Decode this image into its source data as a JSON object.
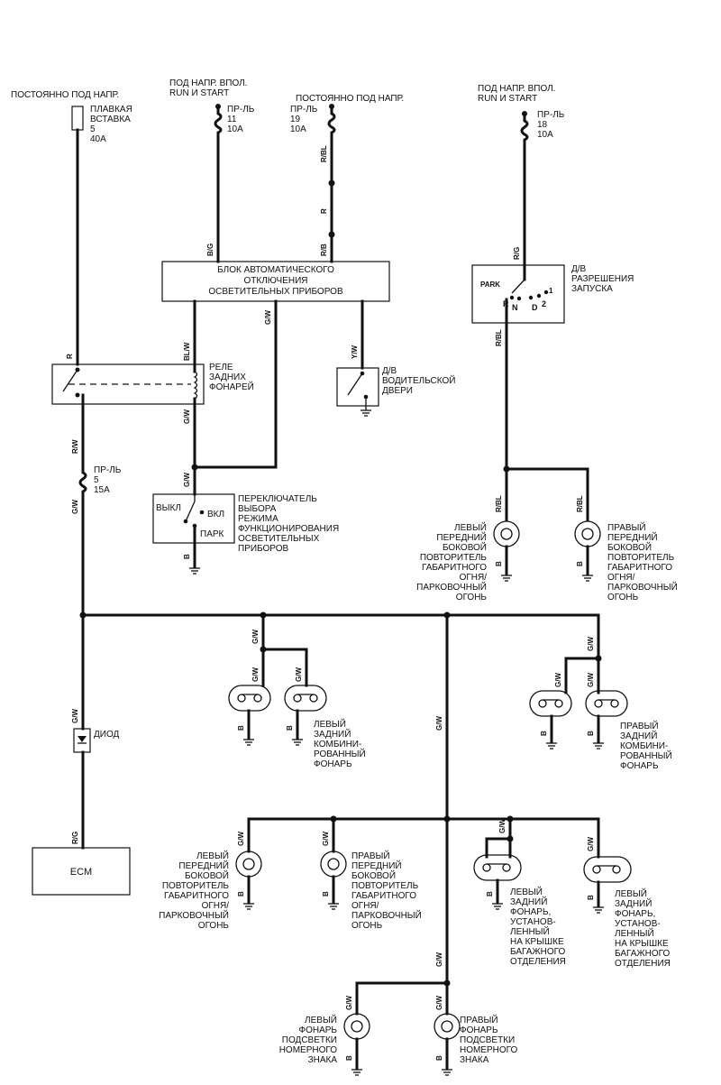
{
  "sources": {
    "s1": {
      "title": [
        "ПОСТОЯННО ПОД НАПР."
      ],
      "label": [
        "ПЛАВКАЯ",
        "ВСТАВКА",
        "5",
        "40А"
      ]
    },
    "s2": {
      "title": [
        "ПОД НАПР. ВПОЛ.",
        "RUN И START"
      ],
      "label": [
        "ПР-ЛЬ",
        "11",
        "10А"
      ]
    },
    "s3": {
      "title": [
        "ПОСТОЯННО ПОД НАПР."
      ],
      "label": [
        "ПР-ЛЬ",
        "19",
        "10А"
      ]
    },
    "s4": {
      "title": [
        "ПОД НАПР. ВПОЛ.",
        "RUN И START"
      ],
      "label": [
        "ПР-ЛЬ",
        "18",
        "10А"
      ]
    }
  },
  "blocks": {
    "auto_off": [
      "БЛОК АВТОМАТИЧЕСКОГО",
      "ОТКЛЮЧЕНИЯ",
      "ОСВЕТИТЕЛЬНЫХ ПРИБОРОВ"
    ],
    "rear_relay": [
      "РЕЛЕ",
      "ЗАДНИХ",
      "ФОНАРЕЙ"
    ],
    "door_switch": [
      "Д/В",
      "ВОДИТЕЛЬСКОЙ",
      "ДВЕРИ"
    ],
    "start_switch": [
      "Д/В",
      "РАЗРЕШЕНИЯ",
      "ЗАПУСКА"
    ],
    "gear": {
      "park": "PARK",
      "r": "R",
      "n": "N",
      "d": "D",
      "two": "2",
      "one": "1"
    },
    "fuse5": [
      "ПР-ЛЬ",
      "5",
      "15А"
    ],
    "mode_switch": [
      "ПЕРЕКЛЮЧАТЕЛЬ",
      "ВЫБОРА",
      "РЕЖИМА",
      "ФУНКЦИОНИРОВАНИЯ",
      "ОСВЕТИТЕЛЬНЫХ",
      "ПРИБОРОВ"
    ],
    "mode_switch_positions": {
      "off": "ВЫКЛ",
      "on": "ВКЛ",
      "park": "ПАРК"
    },
    "diode": [
      "ДИОД"
    ],
    "ecm": "ECM"
  },
  "lamps": {
    "lf_side_top": [
      "ЛЕВЫЙ",
      "ПЕРЕДНИЙ",
      "БОКОВОЙ",
      "ПОВТОРИТЕЛЬ",
      "ГАБАРИТНОГО",
      "ОГНЯ/",
      "ПАРКОВОЧНЫЙ",
      "ОГОНЬ"
    ],
    "rf_side_top": [
      "ПРАВЫЙ",
      "ПЕРЕДНИЙ",
      "БОКОВОЙ",
      "ПОВТОРИТЕЛЬ",
      "ГАБАРИТНОГО",
      "ОГНЯ/",
      "ПАРКОВОЧНЫЙ",
      "ОГОНЬ"
    ],
    "left_rear_combo": [
      "ЛЕВЫЙ",
      "ЗАДНИЙ",
      "КОМБИНИ-",
      "РОВАННЫЙ",
      "ФОНАРЬ"
    ],
    "right_rear_combo": [
      "ПРАВЫЙ",
      "ЗАДНИЙ",
      "КОМБИНИ-",
      "РОВАННЫЙ",
      "ФОНАРЬ"
    ],
    "lf_side_bottom": [
      "ЛЕВЫЙ",
      "ПЕРЕДНИЙ",
      "БОКОВОЙ",
      "ПОВТОРИТЕЛЬ",
      "ГАБАРИТНОГО",
      "ОГНЯ/",
      "ПАРКОВОЧНЫЙ",
      "ОГОНЬ"
    ],
    "rf_side_bottom": [
      "ПРАВЫЙ",
      "ПЕРЕДНИЙ",
      "БОКОВОЙ",
      "ПОВТОРИТЕЛЬ",
      "ГАБАРИТНОГО",
      "ОГНЯ/",
      "ПАРКОВОЧНЫЙ",
      "ОГОНЬ"
    ],
    "left_rear_lid": [
      "ЛЕВЫЙ",
      "ЗАДНИЙ",
      "ФОНАРЬ,",
      "УСТАНОВ-",
      "ЛЕННЫЙ",
      "НА КРЫШКЕ",
      "БАГАЖНОГО",
      "ОТДЕЛЕНИЯ"
    ],
    "right_rear_lid": [
      "ЛЕВЫЙ",
      "ЗАДНИЙ",
      "ФОНАРЬ,",
      "УСТАНОВ-",
      "ЛЕННЫЙ",
      "НА КРЫШКЕ",
      "БАГАЖНОГО",
      "ОТДЕЛЕНИЯ"
    ],
    "left_plate": [
      "ЛЕВЫЙ",
      "ФОНАРЬ",
      "ПОДСВЕТКИ",
      "НОМЕРНОГО",
      "ЗНАКА"
    ],
    "right_plate": [
      "ПРАВЫЙ",
      "ФОНАРЬ",
      "ПОДСВЕТКИ",
      "НОМЕРНОГО",
      "ЗНАКА"
    ]
  },
  "wire_colors": {
    "r": "R",
    "rbl": "R/BL",
    "rb": "R/B",
    "bg": "B/G",
    "gw": "G/W",
    "blw": "BL/W",
    "yw": "Y/W",
    "rw": "R/W",
    "rg": "R/G",
    "b": "B"
  }
}
